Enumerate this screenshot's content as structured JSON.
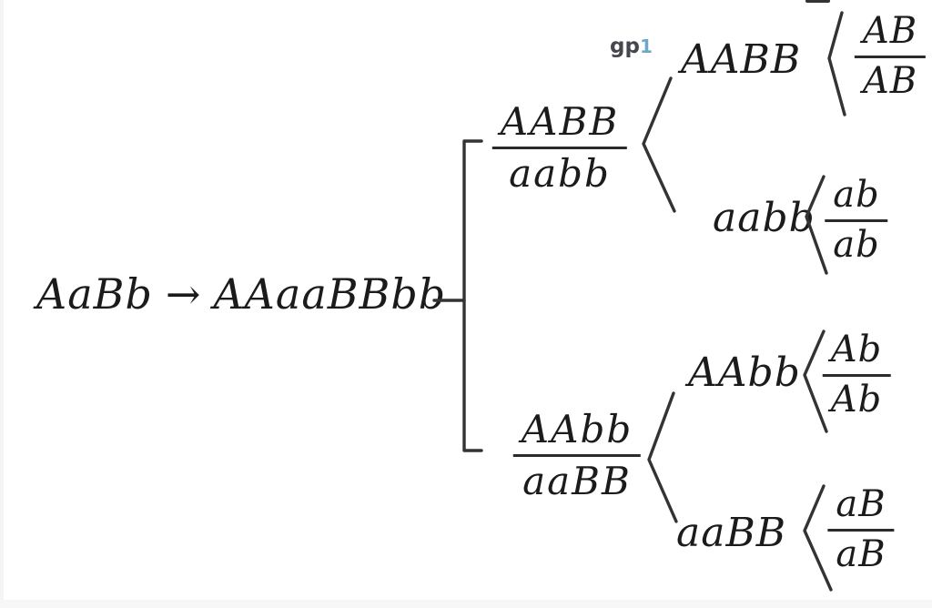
{
  "figure": {
    "parent_genotype": "AaBb",
    "arrow": "→",
    "doubled_genotype": "AAaaBBbb",
    "gp_label": {
      "prefix": "gp",
      "number": "1"
    },
    "branch_top": {
      "cross_fraction": {
        "numerator": "AABB",
        "denominator": "aabb"
      },
      "offspring": [
        {
          "genotype": "AABB",
          "gamete_fraction": {
            "numerator": "AB",
            "denominator": "AB"
          }
        },
        {
          "genotype": "aabb",
          "gamete_fraction": {
            "numerator": "ab",
            "denominator": "ab"
          }
        }
      ]
    },
    "branch_bottom": {
      "cross_fraction": {
        "numerator": "AAbb",
        "denominator": "aaBB"
      },
      "offspring": [
        {
          "genotype": "AAbb",
          "gamete_fraction": {
            "numerator": "Ab",
            "denominator": "Ab"
          }
        },
        {
          "genotype": "aaBB",
          "gamete_fraction": {
            "numerator": "aB",
            "denominator": "aB"
          }
        }
      ]
    },
    "colors": {
      "text": "#1b1b1b",
      "line": "#333333",
      "gp_prefix": "#46464e",
      "gp_number": "#6fa8c4",
      "background": "#ffffff",
      "edge_strip": "#f4f4f6"
    }
  }
}
